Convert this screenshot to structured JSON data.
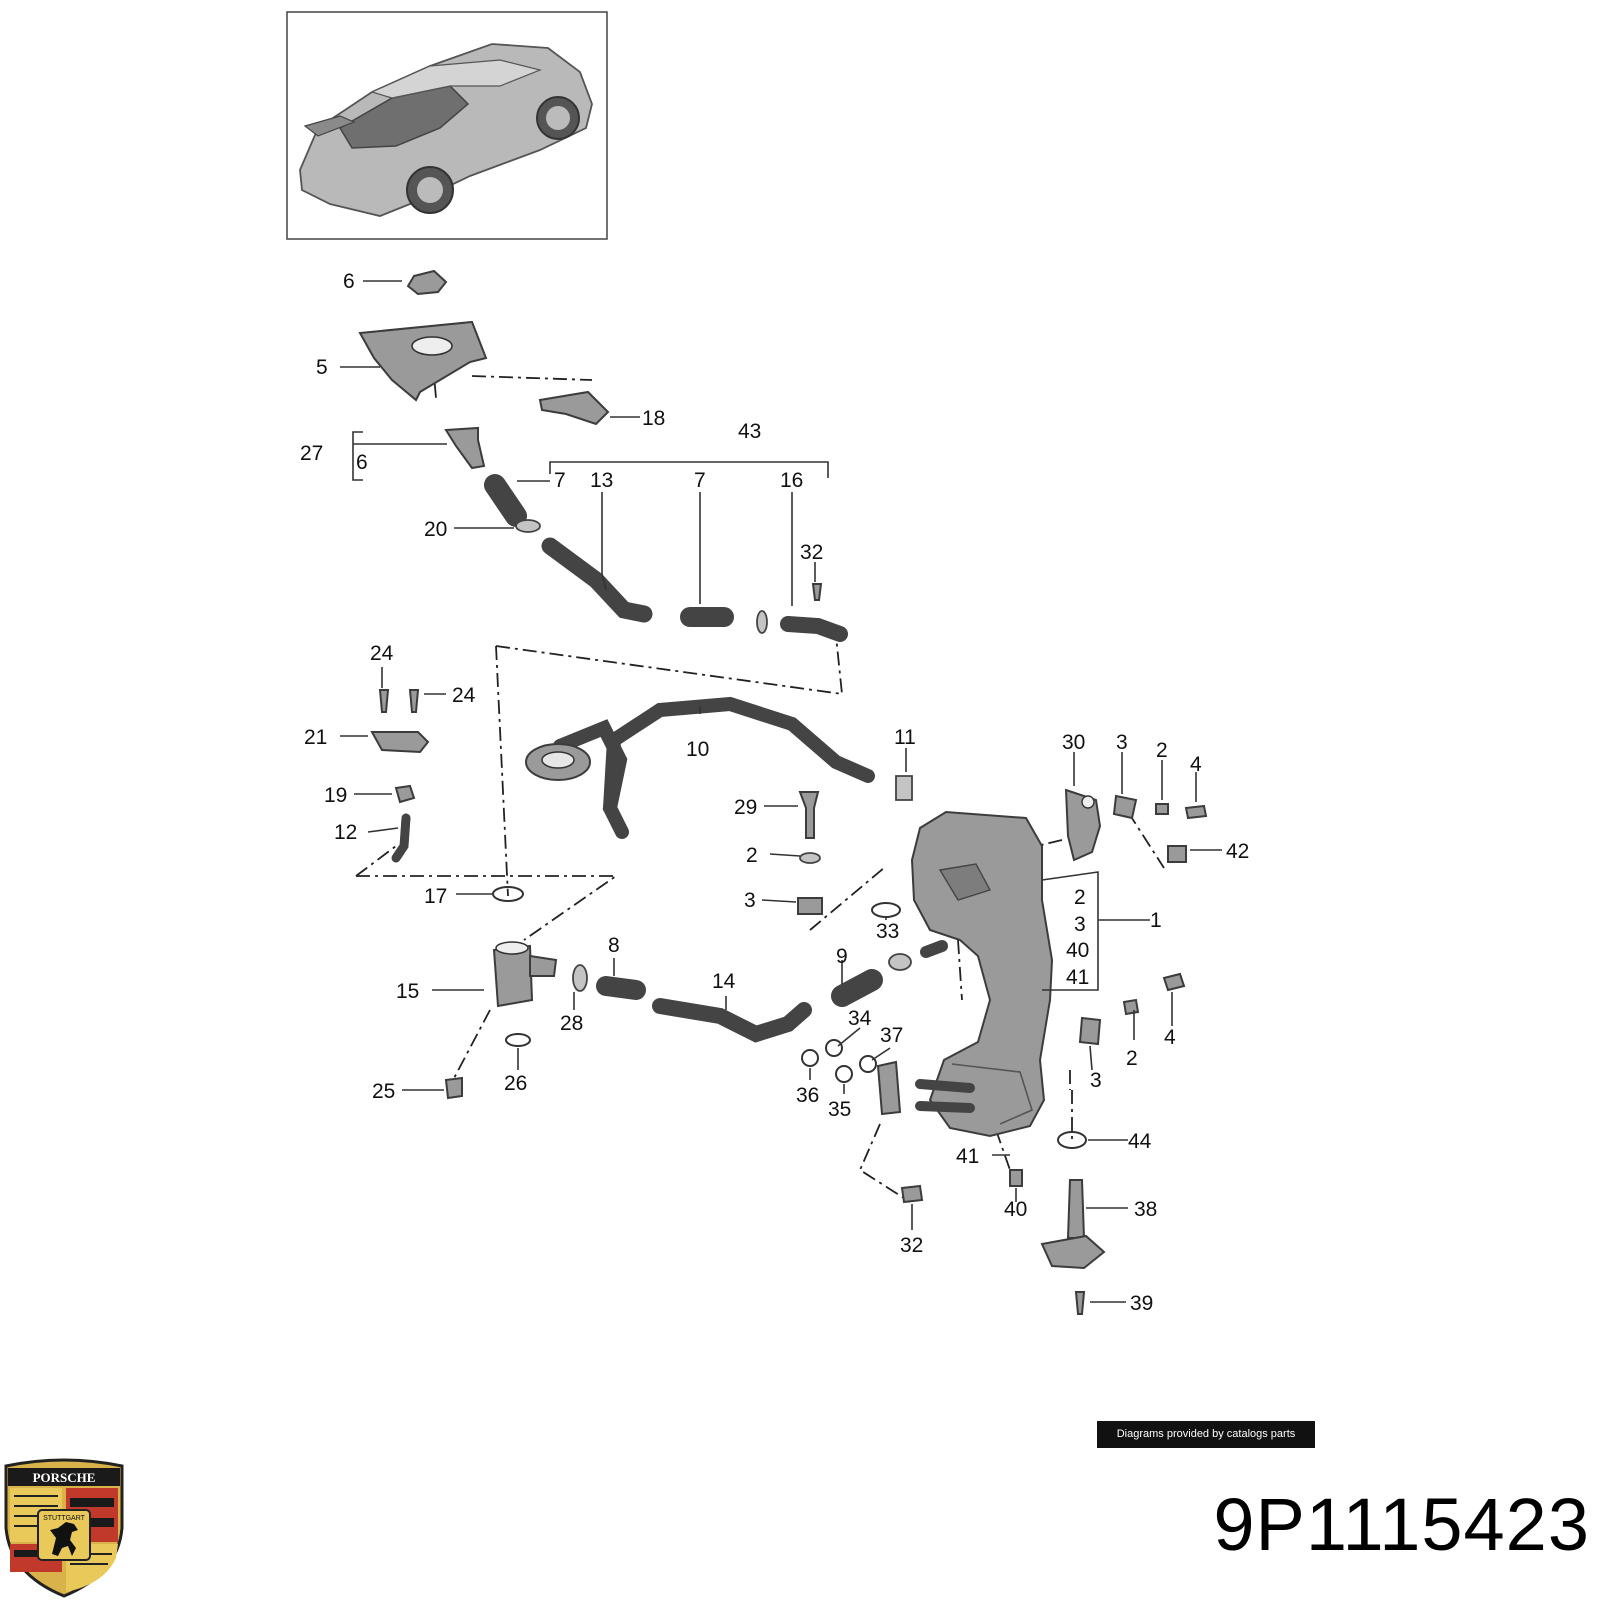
{
  "diagram": {
    "part_number": "9P1115423",
    "credit": "Diagrams provided by catalogs parts",
    "brand_logo": {
      "icon": "porsche-crest-icon",
      "wordmark": "PORSCHE",
      "city": "STUTTGART"
    },
    "callouts": {
      "c1": "1",
      "c2a": "2",
      "c2b": "2",
      "c2c": "2",
      "c3a": "3",
      "c3b": "3",
      "c3c": "3",
      "c3d": "3",
      "c4a": "4",
      "c4b": "4",
      "c5": "5",
      "c6a": "6",
      "c6b": "6",
      "c7a": "7",
      "c7b": "7",
      "c8": "8",
      "c9": "9",
      "c10": "10",
      "c11": "11",
      "c12": "12",
      "c13": "13",
      "c14": "14",
      "c15": "15",
      "c16": "16",
      "c17": "17",
      "c18": "18",
      "c19": "19",
      "c20": "20",
      "c21": "21",
      "c24a": "24",
      "c24b": "24",
      "c25": "25",
      "c26": "26",
      "c27": "27",
      "c28": "28",
      "c29": "29",
      "c30": "30",
      "c32a": "32",
      "c32b": "32",
      "c33": "33",
      "c34": "34",
      "c35": "35",
      "c36": "36",
      "c37": "37",
      "c38": "38",
      "c39": "39",
      "c40a": "40",
      "c40b": "40",
      "c41a": "41",
      "c41b": "41",
      "c42": "42",
      "c43": "43",
      "c44": "44"
    }
  }
}
